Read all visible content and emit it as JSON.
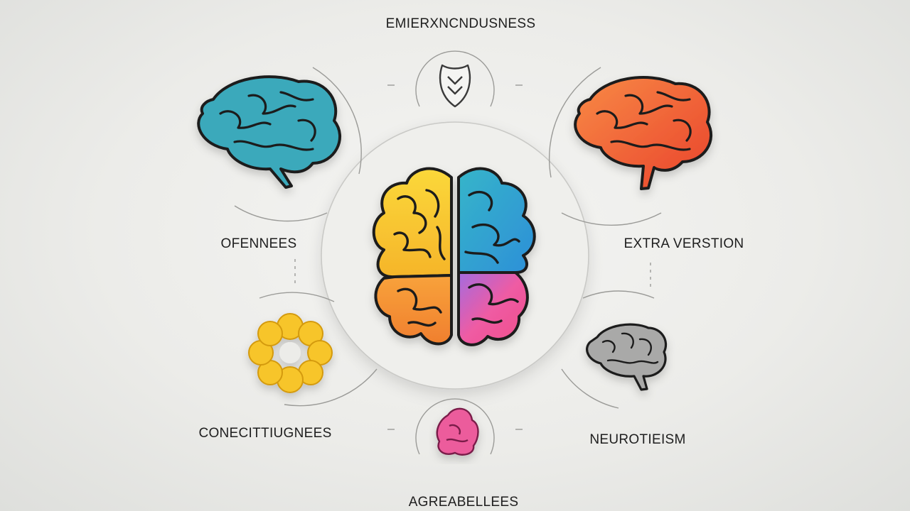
{
  "labels": {
    "top": "EMIERXNCNDUSNESS",
    "left_upper": "OFENNEES",
    "right_upper": "EXTRA VERSTION",
    "left_lower": "CONECITTIUGNEES",
    "right_lower": "NEUROTIEISM",
    "bottom": "AGREABELLEES"
  },
  "icons": {
    "center": "four-color-brain-icon",
    "left_upper": "teal-brain-icon",
    "right_upper": "orange-brain-icon",
    "left_lower": "yellow-molecule-ring-icon",
    "right_lower": "gray-brain-icon",
    "top": "shield-icon",
    "bottom": "pink-figure-icon"
  },
  "colors": {
    "teal": "#3aa9bb",
    "orange": "#f0602f",
    "yellow": "#f7c52c",
    "blue": "#2fa8d6",
    "pink": "#ec5c9c",
    "amber": "#f59332",
    "gray": "#8a8a8a",
    "outline": "#1c1c1c"
  }
}
